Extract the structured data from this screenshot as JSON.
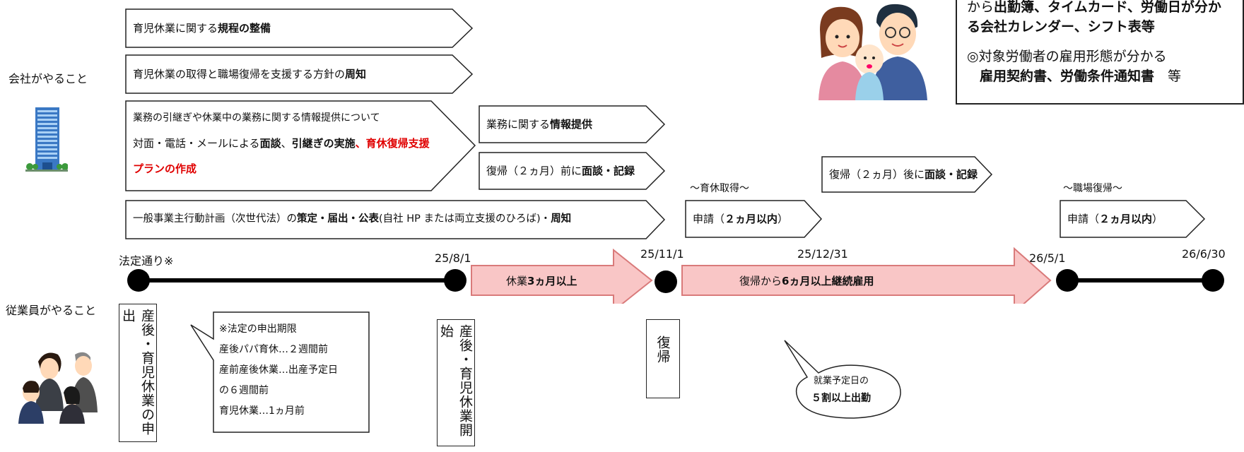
{
  "company_label": "会社がやること",
  "employee_label": "従業員がやること",
  "company_tasks": {
    "rules": {
      "pre": "育児休業に関する",
      "bold": "規程の整備"
    },
    "policy": {
      "pre": "育児休業の取得と職場復帰を支援する方針の",
      "bold": "周知"
    },
    "handover": {
      "line1": "業務の引継ぎや休業中の業務に関する情報提供について",
      "line2_pre": "対面・電話・メールによる",
      "line2_b1": "面談",
      "line2_mid": "、",
      "line2_b2": "引継ぎの実施",
      "line2_sep": "、",
      "line2_red": "育休復帰支援",
      "line3_red": "プランの作成"
    },
    "info": {
      "pre": "業務に関する",
      "bold": "情報提供"
    },
    "return_before": {
      "pre": "復帰（２ヵ月）前に",
      "bold": "面談・記録"
    },
    "return_after": {
      "pre": "復帰（２ヵ月）後に",
      "bold": "面談・記録"
    },
    "action_plan": {
      "pre": "一般事業主行動計画（次世代法）の",
      "b1": "策定・届出・公表",
      "mid": "(自社 HP または両立支援のひろば)・",
      "b2": "周知"
    },
    "apply1": {
      "caption": "～育休取得～",
      "pre": "申請（",
      "bold": "２ヵ月以内",
      "post": "）"
    },
    "apply2": {
      "caption": "～職場復帰～",
      "pre": "申請（",
      "bold": "２ヵ月以内",
      "post": "）"
    }
  },
  "info_box": {
    "line1_pre": "から",
    "line1_bold": "出勤簿、タイムカード、労働日が分か",
    "line2_bold": "る会社カレンダー、シフト表等",
    "line3": "◎対象労働者の雇用形態が分かる",
    "line4_bold": "雇用契約書、労働条件通知書",
    "line4_post": "　等"
  },
  "timeline": {
    "dates": {
      "start": "法定通り※",
      "d1": "25/8/1",
      "d2": "25/11/1",
      "d3": "25/12/31",
      "d4": "26/5/1",
      "d5": "26/6/30"
    },
    "leave_arrow": {
      "pre": "休業",
      "bold": "3ヵ月以上"
    },
    "employ_arrow": {
      "pre": "復帰から",
      "bold": "6ヵ月以上継続雇用"
    }
  },
  "employee_tasks": {
    "apply_leave": "産後・育児休業の申出",
    "start_leave": "産後・育児休業開始",
    "return": "復帰",
    "deadline_note": [
      "※法定の申出期限",
      "産後パパ育休…２週間前",
      "産前産後休業…出産予定日",
      "の６週間前",
      "育児休業…1ヵ月前"
    ],
    "attendance_note": {
      "line1": "就業予定日の",
      "line2": "５割以上出勤"
    }
  },
  "colors": {
    "arrow_fill": "#f9c6c6",
    "arrow_stroke": "#d97a7a",
    "timeline": "#000000",
    "emphasis_red": "#e00000",
    "building": "#3a78c4"
  },
  "icons": [
    "building-icon",
    "family-illustration",
    "coworkers-illustration"
  ]
}
